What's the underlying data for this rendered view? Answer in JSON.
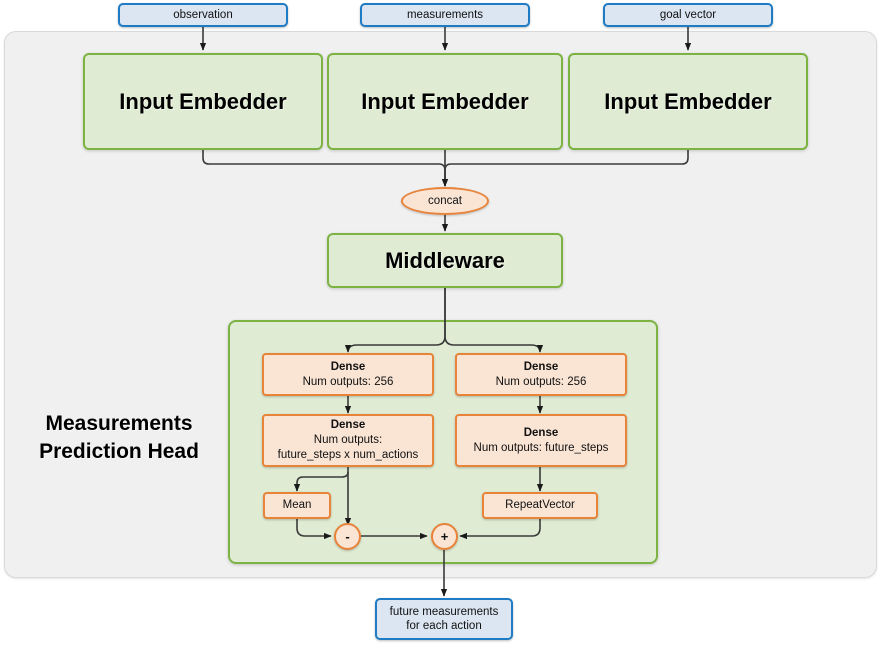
{
  "diagram": {
    "title": "Measurements Prediction Head",
    "colors": {
      "io_fill": "#dce6f2",
      "io_border": "#1f7cc4",
      "module_fill": "#dfecd3",
      "module_border": "#7cb342",
      "op_fill": "#fae5d5",
      "op_border": "#e8833a",
      "container_fill": "#f0f0f0",
      "wire": "#333333"
    }
  },
  "inputs": [
    {
      "label": "observation"
    },
    {
      "label": "measurements"
    },
    {
      "label": "goal vector"
    }
  ],
  "embedders": [
    {
      "label": "Input Embedder"
    },
    {
      "label": "Input Embedder"
    },
    {
      "label": "Input Embedder"
    }
  ],
  "concat": {
    "label": "concat"
  },
  "middleware": {
    "label": "Middleware"
  },
  "head": {
    "label_line1": "Measurements",
    "label_line2": "Prediction Head",
    "left_branch": {
      "dense1": {
        "title": "Dense",
        "detail": "Num outputs: 256"
      },
      "dense2": {
        "title": "Dense",
        "detail_line1": "Num outputs:",
        "detail_line2": "future_steps x num_actions"
      },
      "mean": {
        "label": "Mean"
      }
    },
    "right_branch": {
      "dense1": {
        "title": "Dense",
        "detail": "Num outputs: 256"
      },
      "dense2": {
        "title": "Dense",
        "detail": "Num outputs: future_steps"
      },
      "repeat_vector": {
        "label": "RepeatVector"
      }
    },
    "operators": [
      {
        "symbol": "-",
        "name": "subtract"
      },
      {
        "symbol": "+",
        "name": "add"
      }
    ]
  },
  "output": {
    "line1": "future measurements",
    "line2": "for each action"
  }
}
